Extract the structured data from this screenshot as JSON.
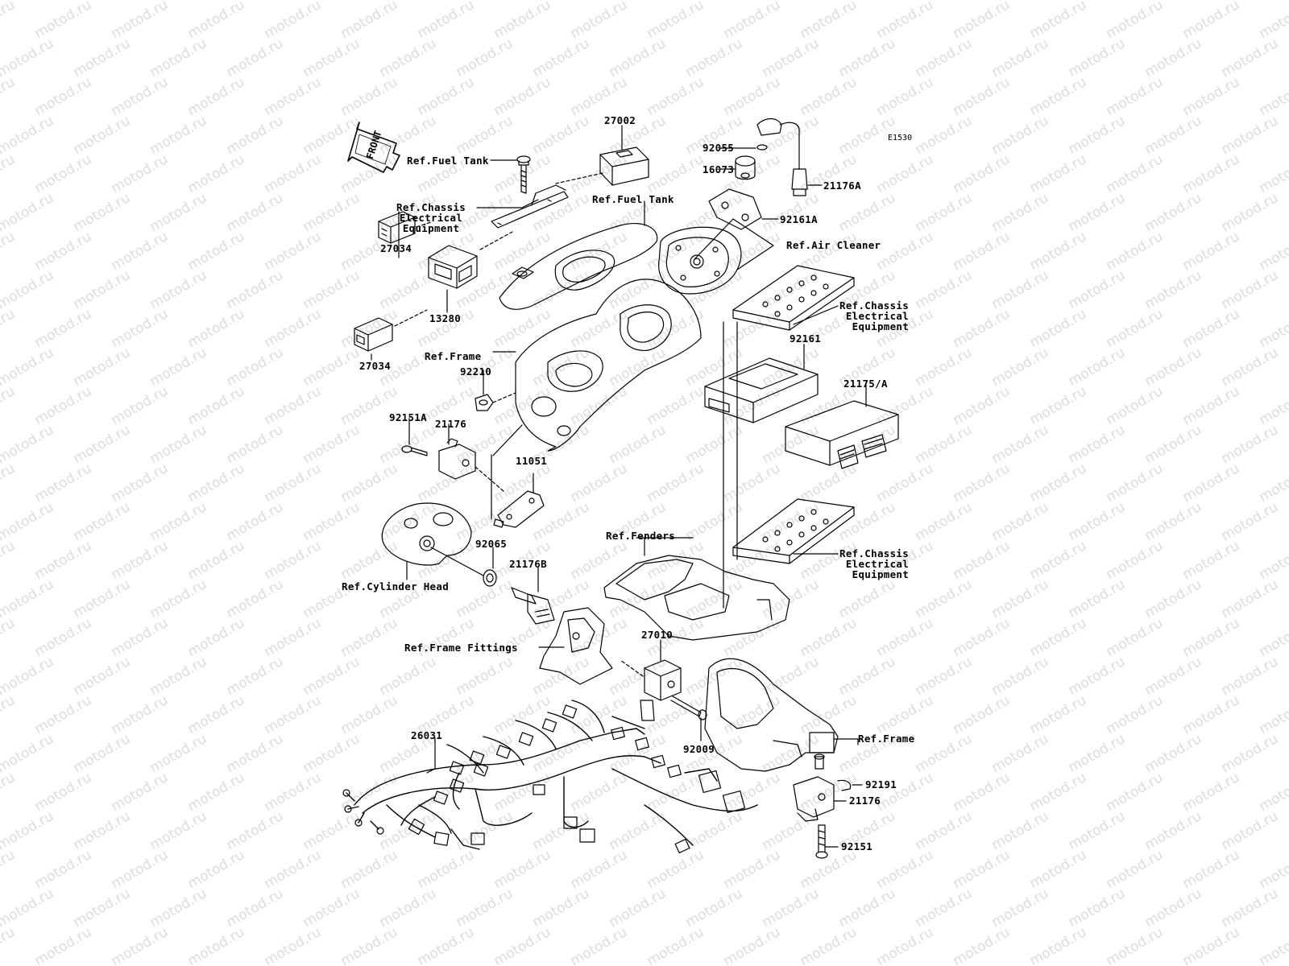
{
  "diagram_code": "E1530",
  "front_label": "FRONT",
  "watermark_text": "motod.ru",
  "labels": {
    "p27002": "27002",
    "ref_fuel_tank_1": "Ref.Fuel Tank",
    "ref_chassis_1": "Ref.Chassis\nElectrical\nEquipment",
    "ref_fuel_tank_2": "Ref.Fuel Tank",
    "p27034_a": "27034",
    "p13280": "13280",
    "p27034_b": "27034",
    "p92055": "92055",
    "p16073": "16073",
    "p21176A": "21176A",
    "p92161A": "92161A",
    "ref_air_cleaner": "Ref.Air Cleaner",
    "ref_chassis_2": "Ref.Chassis\nElectrical\nEquipment",
    "ref_frame_1": "Ref.Frame",
    "p92210": "92210",
    "p92161": "92161",
    "p21175A": "21175/A",
    "p92151A": "92151A",
    "p21176_a": "21176",
    "p11051": "11051",
    "p92065": "92065",
    "ref_fenders": "Ref.Fenders",
    "ref_chassis_3": "Ref.Chassis\nElectrical\nEquipment",
    "p21176B": "21176B",
    "ref_cylinder_head": "Ref.Cylinder Head",
    "ref_frame_fittings": "Ref.Frame Fittings",
    "p27010": "27010",
    "p26031": "26031",
    "p92009": "92009",
    "ref_frame_2": "Ref.Frame",
    "p92191": "92191",
    "p21176_b": "21176",
    "p92151": "92151"
  }
}
